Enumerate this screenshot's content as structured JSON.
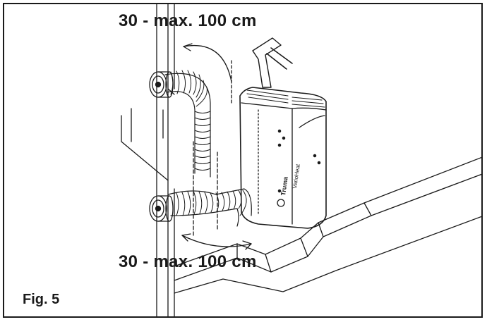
{
  "figure": {
    "label": "Fig. 5"
  },
  "dimensions": {
    "top": "30 - max. 100 cm",
    "bottom": "30 - max. 100 cm"
  },
  "device": {
    "brand": "Truma",
    "model": "VarioHeat"
  },
  "colors": {
    "line": "#1a1a1a",
    "paper": "#ffffff"
  }
}
